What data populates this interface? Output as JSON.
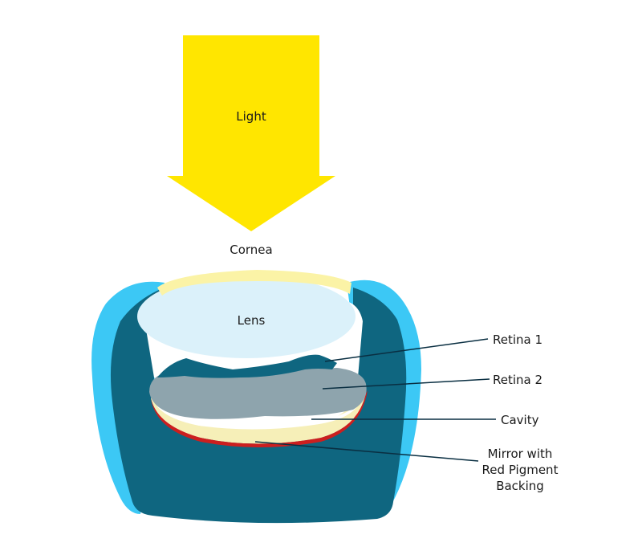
{
  "labels": {
    "light": "Light",
    "cornea": "Cornea",
    "lens": "Lens",
    "retina1": "Retina 1",
    "retina2": "Retina 2",
    "cavity": "Cavity",
    "mirror_line1": "Mirror with",
    "mirror_line2": "Red Pigment",
    "mirror_line3": "Backing"
  },
  "colors": {
    "arrow": "#ffe600",
    "outer_shell": "#3cc8f5",
    "body": "#0f6680",
    "cornea": "#fbf3a6",
    "lens": "#dbf1fa",
    "retina2": "#8ea4ad",
    "mirror_cream": "#f6efb8",
    "red_backing": "#cc1f1f",
    "leader_line": "#0a2f42"
  }
}
